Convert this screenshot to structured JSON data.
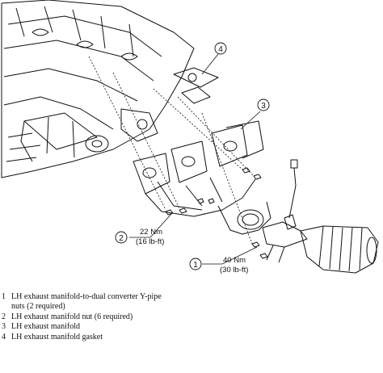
{
  "callouts": [
    {
      "num": "1",
      "torque_nm": "40 Nm",
      "torque_lbft": "(30 lb-ft)"
    },
    {
      "num": "2",
      "torque_nm": "22 Nm",
      "torque_lbft": "(16 lb-ft)"
    },
    {
      "num": "3"
    },
    {
      "num": "4"
    }
  ],
  "legend": [
    {
      "num": "1",
      "text": "LH exhaust manifold-to-dual converter Y-pipe nuts (2 required)"
    },
    {
      "num": "2",
      "text": "LH exhaust manifold nut (6 required)"
    },
    {
      "num": "3",
      "text": "LH exhaust manifold"
    },
    {
      "num": "4",
      "text": "LH exhaust manifold gasket"
    }
  ]
}
